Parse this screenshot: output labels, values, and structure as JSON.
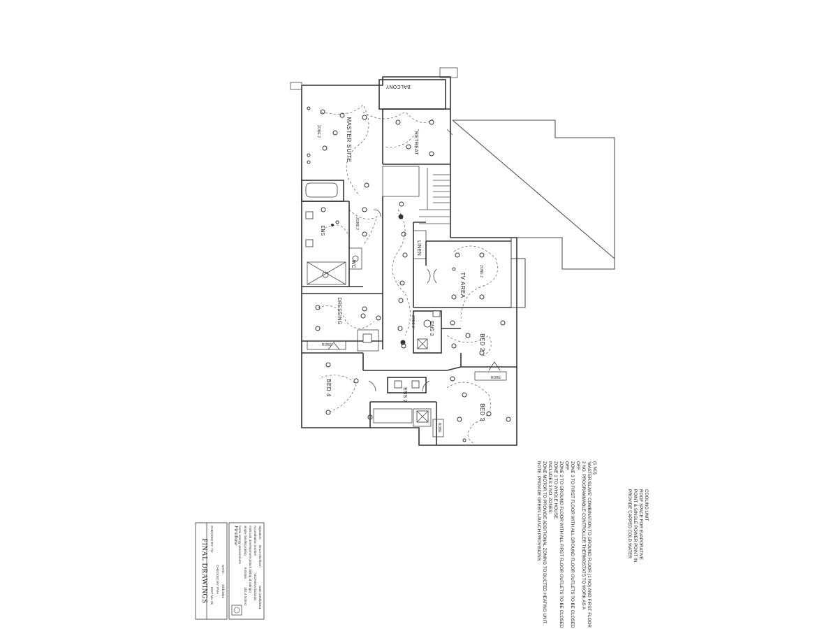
{
  "rooms": {
    "balcony": "BALCONY",
    "master_suite": "MASTER SUITE",
    "retreat": "RETREAT",
    "ens_1": "ENS",
    "wc": "WC",
    "linen": "LINEN",
    "tv_area": "TV AREA",
    "dressing": "DRESSING",
    "bed_2": "BED 2",
    "ens_3": "ENS 3",
    "robe_1": "ROBE",
    "robe_2": "ROBE",
    "robe_3": "ROBE",
    "bed_4": "BED 4",
    "ens_2": "ENS 2",
    "bed_3": "BED 3",
    "zone_2_a": "ZONE 2",
    "zone_2_b": "ZONE 2",
    "zone_2_c": "ZONE 2",
    "zone_2_d": "ZONE 2"
  },
  "notes": {
    "lines": [
      "NOTE: PROVIDE GREEN LAUNCH PROVISIONS:",
      "ZONE MOTOR TO PROVIDE ADDITIONAL ZONING TO DUCTED HEATING UNIT.",
      "INCLUDES 3 NO. ZONES:",
      "ZONE 1 TO WHOLE HOUSE.",
      "ZONE 2 TO GROUND FLOOR WITH ALL FIRST FLOOR OUTLETS TO BE CLOSED",
      "OFF.",
      "ZONE 3 TO FIRST FLOOR WITH ALL GROUND FLOOR OUTLETS TO BE CLOSED",
      "OFF.",
      "2 NO. PROGRAMMABLE CONTROLLER THERMOSTATS TO WORK AS A",
      "'MASTER/SLAVE' COMBINATION TO GROUND FLOOR (1 NO) AND FIRST FLOOR",
      "(1 NO)."
    ],
    "evap_lines": [
      "PROVIDE CAPPED COLD WATER",
      "POINT & SINGLE POWER POINT IN",
      "ROOF SPACE FOR EVAPORATIVE",
      "COOLING UNIT"
    ]
  },
  "title_block": {
    "title": "FINAL DRAWINGS",
    "checked_by": "CHECKED BY: YH",
    "edit_no": "EDIT No. 01",
    "checked_by_2": "CHECKED BY: PVH",
    "date_label": "DATE:",
    "date_value": "20/1/2011",
    "brand": "Firstbase",
    "brand_sub": "home energy assessments",
    "line_1": "single dwelling rating",
    "line_1_stars": "6.0stars",
    "line_1_mj": "182.4 MJ/m2",
    "line_2": "multi unit development (attach listing of ratings)",
    "line_3": "Accreditation number",
    "line_3_val": "VIC/ABSA/11/2420",
    "line_4": "Signature",
    "line_4_name": "Bruce Aitchison",
    "line_4_date": "Date 23/05/2011"
  },
  "colors": {
    "ink": "#333333",
    "paper": "#ffffff"
  }
}
